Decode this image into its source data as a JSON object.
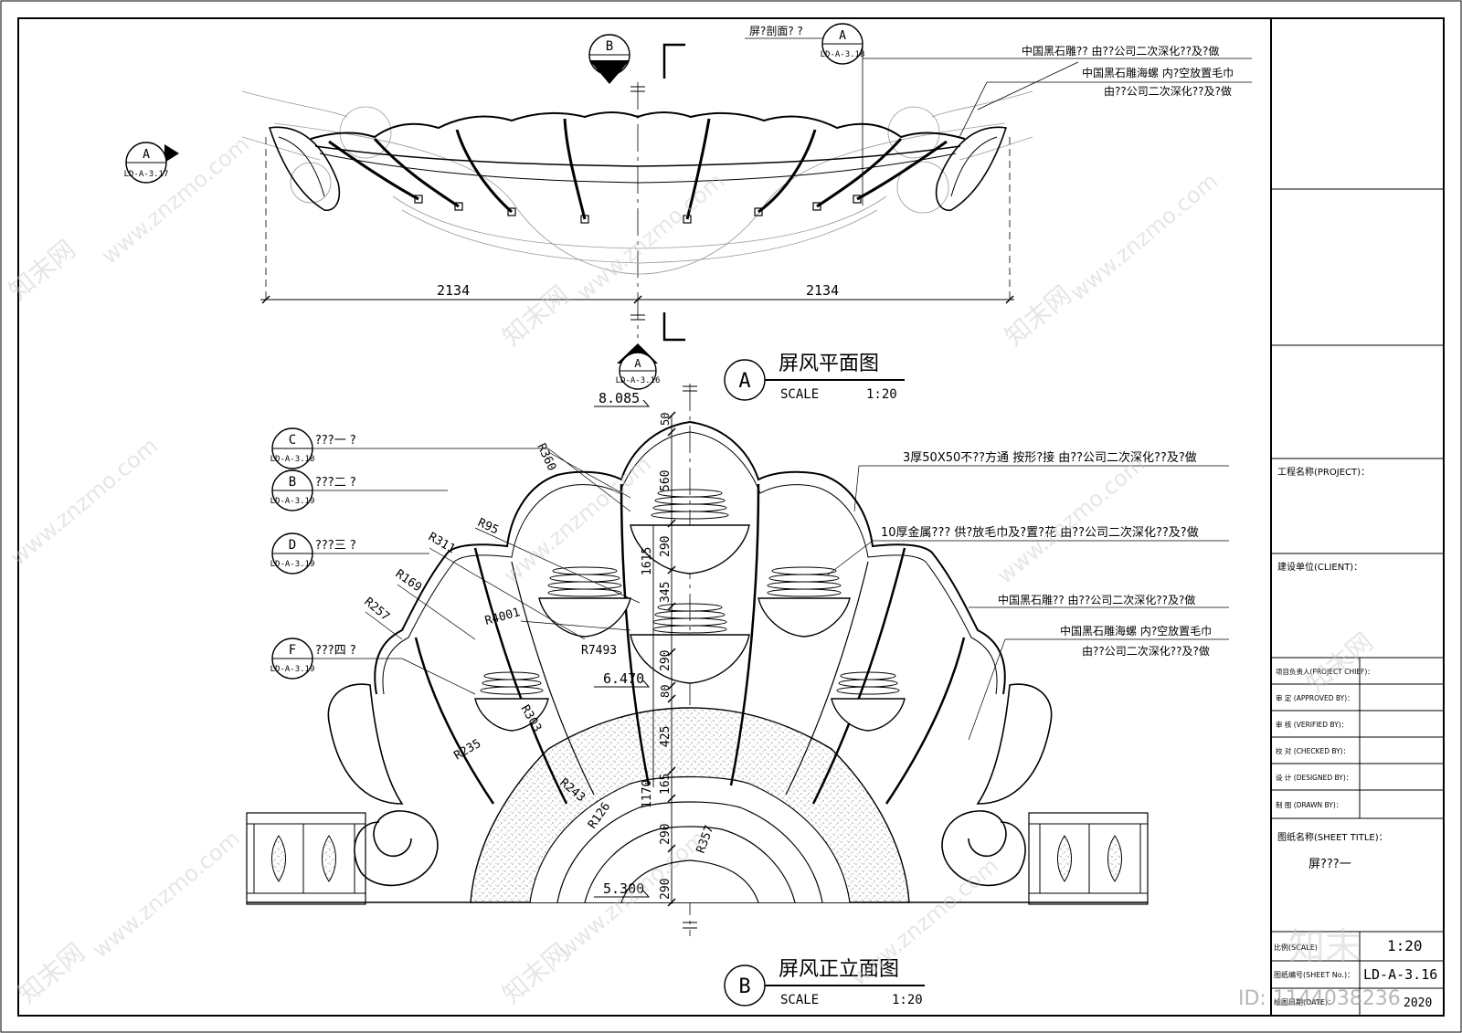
{
  "plan": {
    "title": "屏风平面图",
    "marker": "A",
    "scale_label": "SCALE",
    "scale_value": "1:20",
    "dim_left": "2134",
    "dim_right": "2134",
    "section_b_top": "B",
    "section_b_bottom": "-",
    "callout_left_top": "A",
    "callout_left_bottom": "LD-A-3.17",
    "callout_top_top": "A",
    "callout_top_bottom": "LD-A-3.18",
    "callout_bottom_top": "A",
    "callout_bottom_bottom": "LD-A-3.16",
    "note_section": "屏?剖面? ?",
    "note_1": "中国黑石雕??  由??公司二次深化??及?做",
    "note_2": "中国黑石雕海螺  内?空放置毛巾",
    "note_3": "由??公司二次深化??及?做"
  },
  "elevation": {
    "title": "屏风正立面图",
    "marker": "B",
    "scale_label": "SCALE",
    "scale_value": "1:20",
    "level_top": "8.085",
    "level_mid": "6.470",
    "level_bottom": "5.300",
    "radius_labels": [
      "R360",
      "R95",
      "R311",
      "R169",
      "R257",
      "R4001",
      "R7493",
      "R303",
      "R235",
      "R243",
      "R126",
      "R357"
    ],
    "vertical_dims": [
      "50",
      "560",
      "290",
      "1615",
      "345",
      "290",
      "80",
      "425",
      "165",
      "1170",
      "290",
      "290"
    ],
    "details": [
      {
        "letter": "C",
        "sheet": "LD-A-3.18",
        "text": "???一 ?"
      },
      {
        "letter": "B",
        "sheet": "LD-A-3.19",
        "text": "???二 ?"
      },
      {
        "letter": "D",
        "sheet": "LD-A-3.19",
        "text": "???三 ?"
      },
      {
        "letter": "F",
        "sheet": "LD-A-3.19",
        "text": "???四 ?"
      }
    ],
    "notes": [
      "3厚50X50不??方通  按形?接  由??公司二次深化??及?做",
      "10厚金属???  供?放毛巾及?置?花  由??公司二次深化??及?做",
      "中国黑石雕??  由??公司二次深化??及?做",
      "中国黑石雕海螺  内?空放置毛巾",
      "由??公司二次深化??及?做"
    ]
  },
  "titleblock": {
    "project": "工程名称(PROJECT)：",
    "client": "建设单位(CLIENT)：",
    "rows": [
      "项目负责人(PROJECT CHIEF)：",
      "审 定 (APPROVED BY)：",
      "审 核 (VERIFIED BY)：",
      "校 对 (CHECKED BY)：",
      "设 计 (DESIGNED BY)：",
      "制 图 (DRAWN BY)："
    ],
    "sheet_title_label": "图纸名称(SHEET TITLE)：",
    "sheet_title": "屏???一",
    "scale_label": "比例(SCALE)",
    "scale_value": "1:20",
    "sheet_no_label": "图纸编号(SHEET No.)：",
    "sheet_no": "LD-A-3.16",
    "date_label": "绘图日期(DATE)：",
    "date_value": "2020"
  },
  "watermark": {
    "site": "www.znzmo.com",
    "brand": "知末网",
    "logo": "知末",
    "id": "ID: 1144038236"
  }
}
